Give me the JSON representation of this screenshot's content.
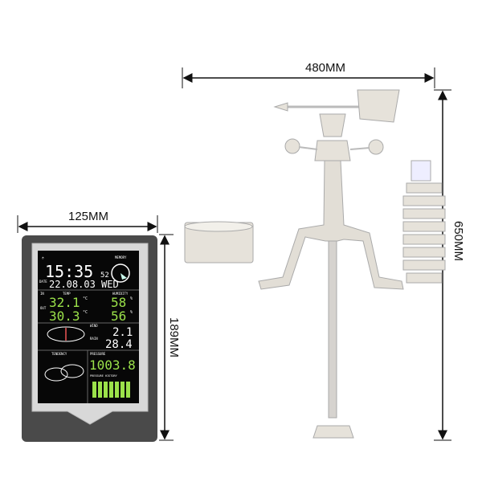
{
  "dimensions": {
    "console_width": "125MM",
    "console_height": "189MM",
    "sensor_width": "480MM",
    "sensor_height": "650MM"
  },
  "display": {
    "time": "15:35",
    "seconds": "52",
    "date_label": "DATE",
    "date": "22.08.03 WED",
    "memory_label": "MEMORY",
    "temp_label": "TEMP",
    "humidity_label": "HUMIDITY",
    "in_label": "IN",
    "out_label": "OUT",
    "temp_in": "32.1",
    "temp_out": "30.3",
    "temp_unit": "°C",
    "humidity_in": "58",
    "humidity_out": "56",
    "humidity_unit": "%",
    "wind_label": "WIND",
    "wind": "2.1",
    "rain_label": "RAIN",
    "rain": "28.4",
    "tendency_label": "TENDENCY",
    "pressure_label": "PRESSURE",
    "pressure": "1003.8",
    "pressure_history_label": "PRESSURE HISTORY"
  },
  "colors": {
    "lcd_green": "#9be24a",
    "lcd_white": "#ffffff",
    "bezel_dark": "#4a4a4a",
    "bezel_silver": "#d8d8d8",
    "sensor_body": "#e6e2da"
  }
}
